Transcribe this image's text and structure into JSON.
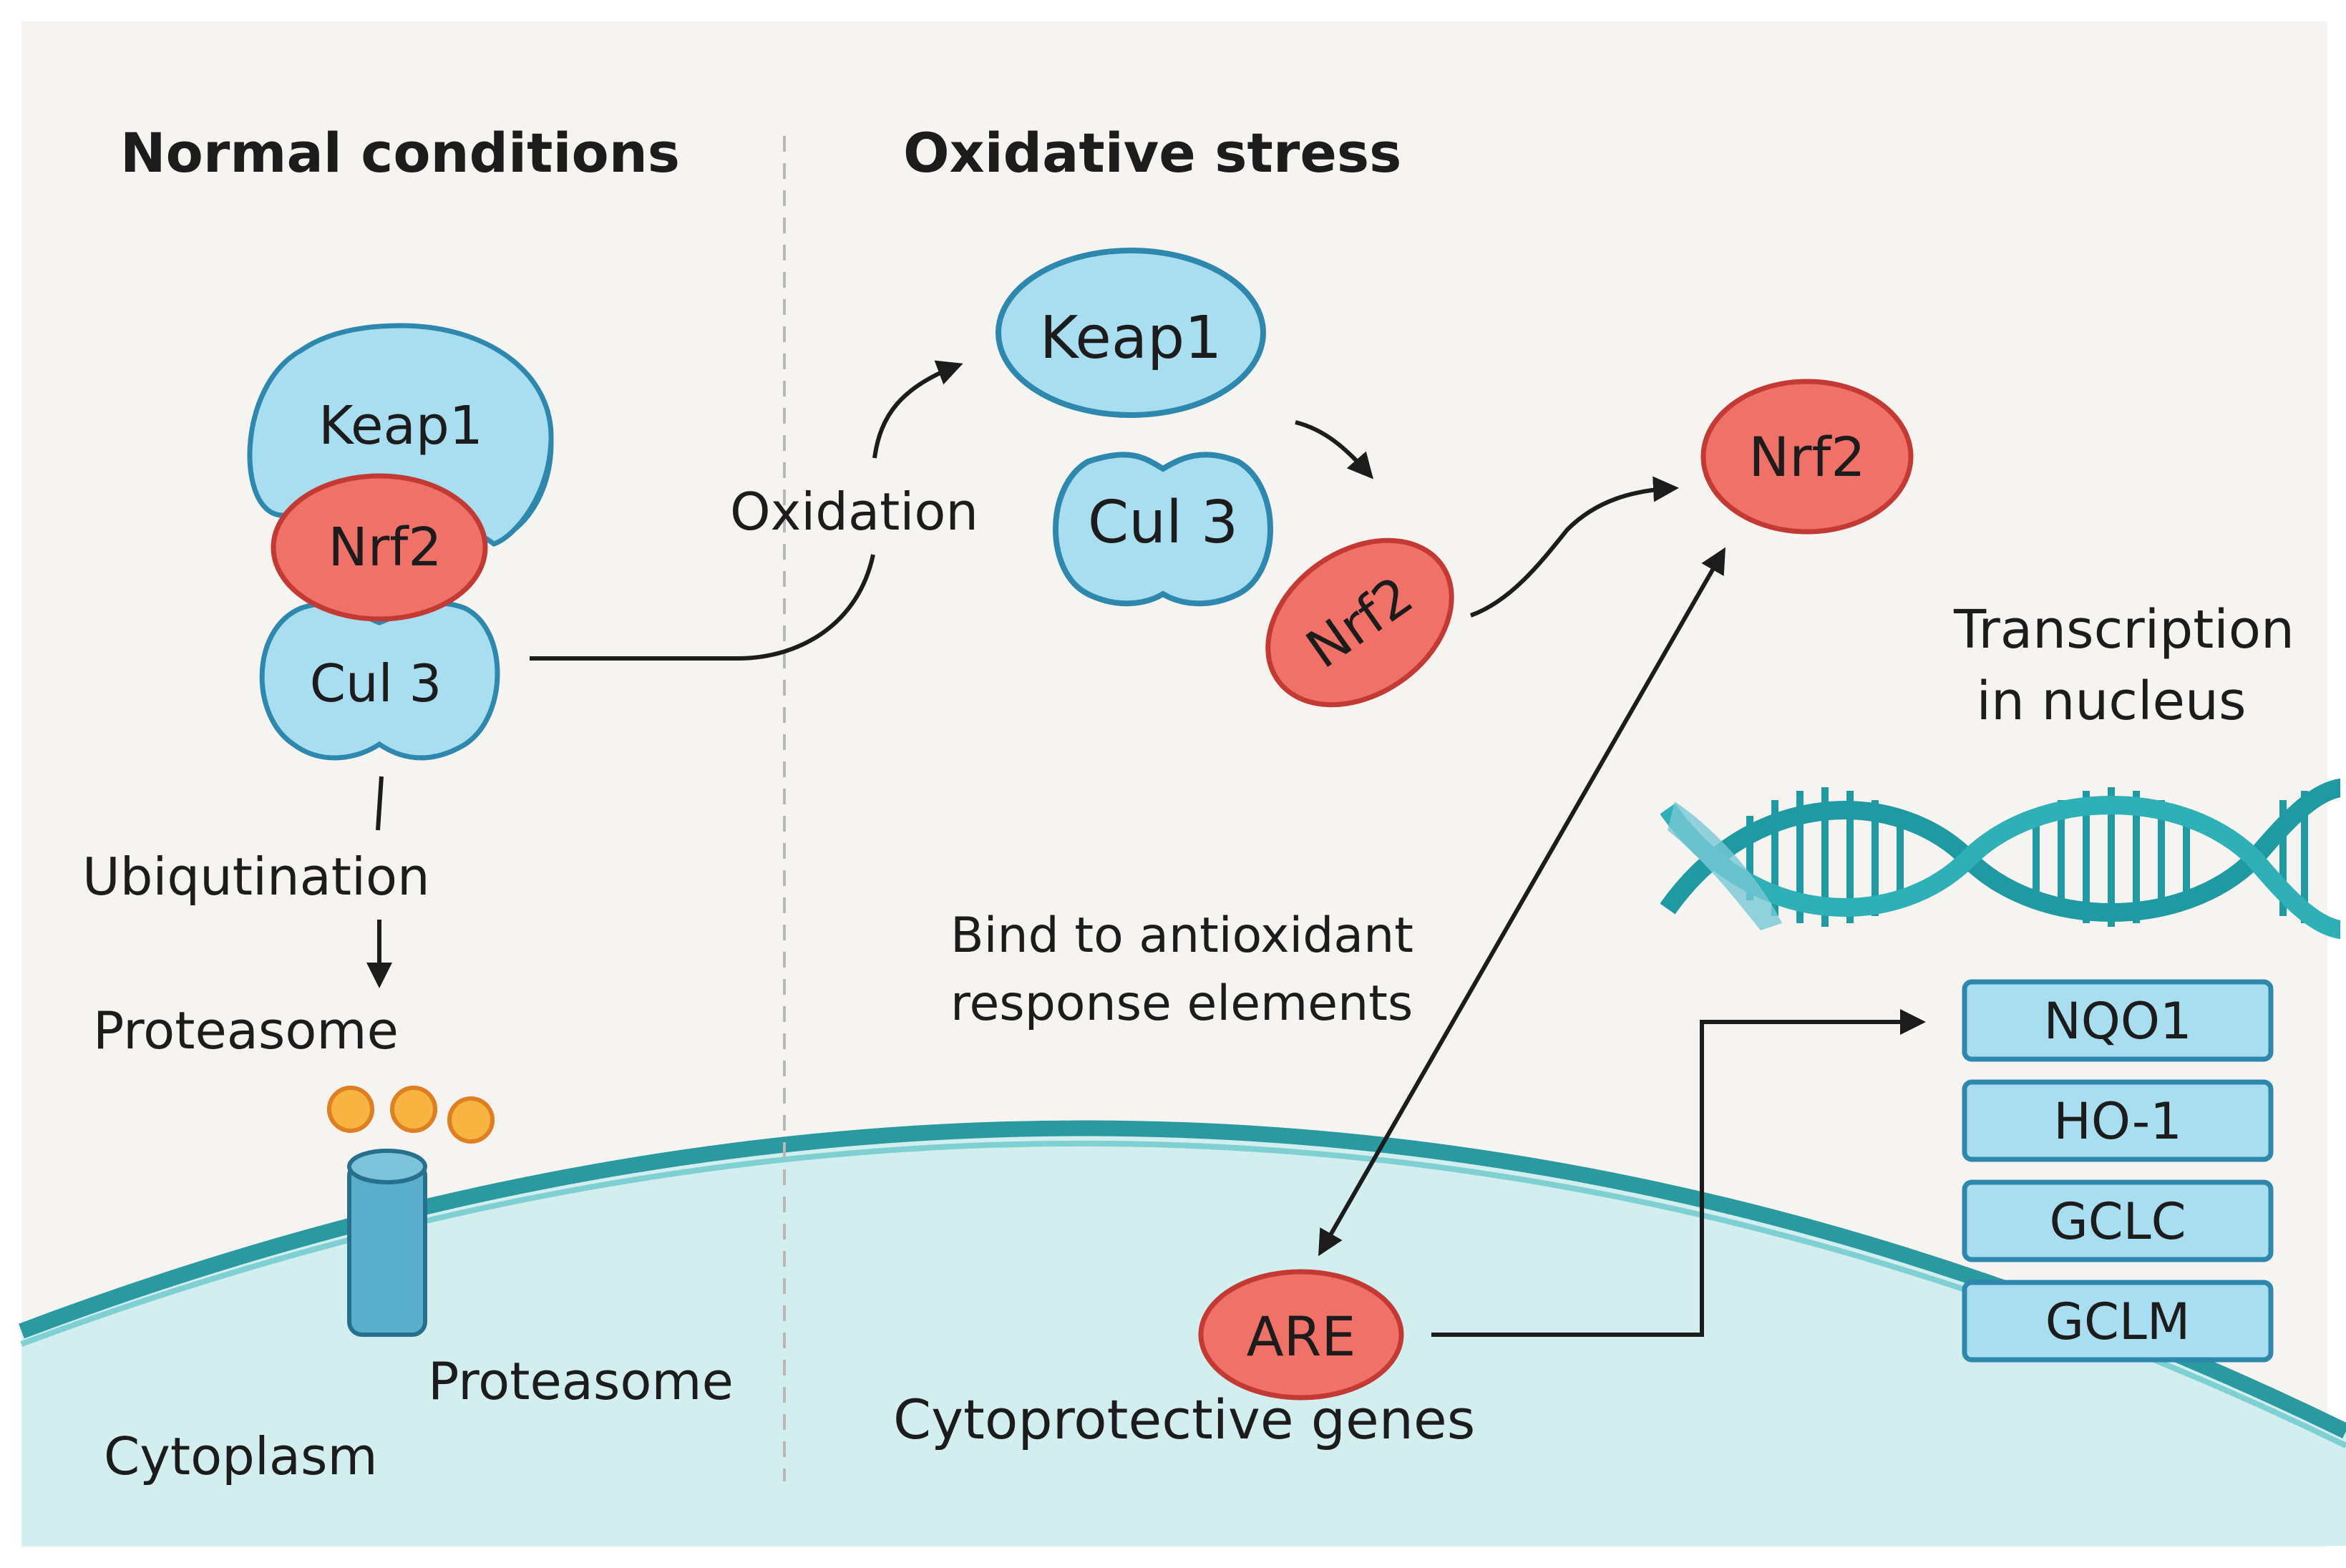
{
  "colors": {
    "background": "#f6f4f1",
    "protein_blue": "#a9def0",
    "protein_blue_stroke": "#2e88ad",
    "nrf2_red": "#ef7168",
    "nrf2_stroke": "#c23a33",
    "proteasome_orange": "#f7b440",
    "proteasome_orange_stroke": "#de7f22",
    "cell_fill": "#d3eeef",
    "membrane_teal": "#2a9aa0",
    "dna_teal": "#1f9aa3",
    "arrow_dark": "#1c1c1c"
  },
  "headings": {
    "normal": "Normal conditions",
    "oxidative": "Oxidative stress"
  },
  "normal": {
    "keap1": "Keap1",
    "nrf2": "Nrf2",
    "cul3": "Cul 3",
    "ubiquitination": "Ubiqutination",
    "proteasome_top": "Proteasome",
    "proteasome_bottom": "Proteasome",
    "cytoplasm": "Cytoplasm"
  },
  "oxidative": {
    "oxidation": "Oxidation",
    "keap1": "Keap1",
    "cul3": "Cul 3",
    "nrf2_released": "Nrf2",
    "nrf2_nucleus": "Nrf2",
    "transcription_line1": "Transcription",
    "transcription_line2": "in nucleus",
    "bind_line1": "Bind to antioxidant",
    "bind_line2": "response elements",
    "are": "ARE",
    "cytoprotective": "Cytoprotective genes",
    "genes": [
      "NQO1",
      "HO-1",
      "GCLC",
      "GCLM"
    ]
  },
  "icons": [
    "dna-icon",
    "proteasome-icon",
    "arrow-icon"
  ]
}
